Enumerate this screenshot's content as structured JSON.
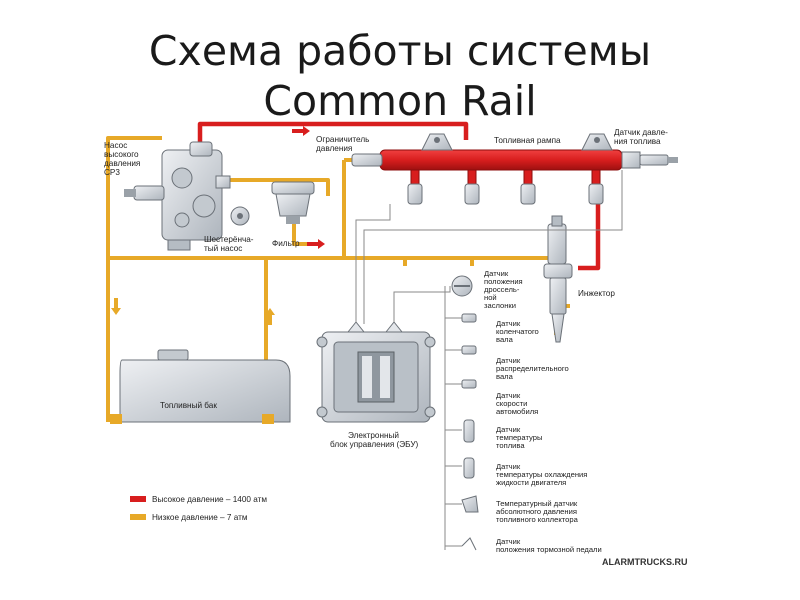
{
  "title": {
    "line1": "Схема работы системы",
    "line2": "Common Rail"
  },
  "colors": {
    "high_pressure": "#d81e1e",
    "low_pressure": "#e7a928",
    "component": "#cfd4da",
    "wire": "#8a8a8a"
  },
  "labels": {
    "pump": [
      "Насос",
      "высокого",
      "давления",
      "CP3"
    ],
    "limiter": [
      "Ограничитель",
      "давления"
    ],
    "rail": "Топливная рампа",
    "rail_sensor": [
      "Датчик давле-",
      "ния топлива"
    ],
    "gear_pump": [
      "Шестерёнча-",
      "тый насос"
    ],
    "filter": "Фильтр",
    "throttle": [
      "Датчик",
      "положения",
      "дроссель-",
      "ной",
      "заслонки"
    ],
    "injector": "Инжектор",
    "crank": [
      "Датчик",
      "коленчатого",
      "вала"
    ],
    "cam": [
      "Датчик",
      "распределительного",
      "вала"
    ],
    "speed": [
      "Датчик",
      "скорости",
      "автомобиля"
    ],
    "fuel_temp": [
      "Датчик",
      "температуры",
      "топлива"
    ],
    "coolant": [
      "Датчик",
      "температуры охлаждения",
      "жидкости  двигателя"
    ],
    "manifold": [
      "Температурный датчик",
      "абсолютного давления",
      "топливного коллектора"
    ],
    "brake": [
      "Датчик",
      "положения тормозной педали"
    ],
    "tank": "Топливный бак",
    "ecu": [
      "Электронный",
      "блок управления (ЭБУ)"
    ]
  },
  "legend": [
    {
      "label": "Высокое давление – 1400 атм",
      "color": "#d81e1e"
    },
    {
      "label": "Низкое давление – 7 атм",
      "color": "#e7a928"
    }
  ],
  "watermark": "ALARMTRUCKS.RU"
}
